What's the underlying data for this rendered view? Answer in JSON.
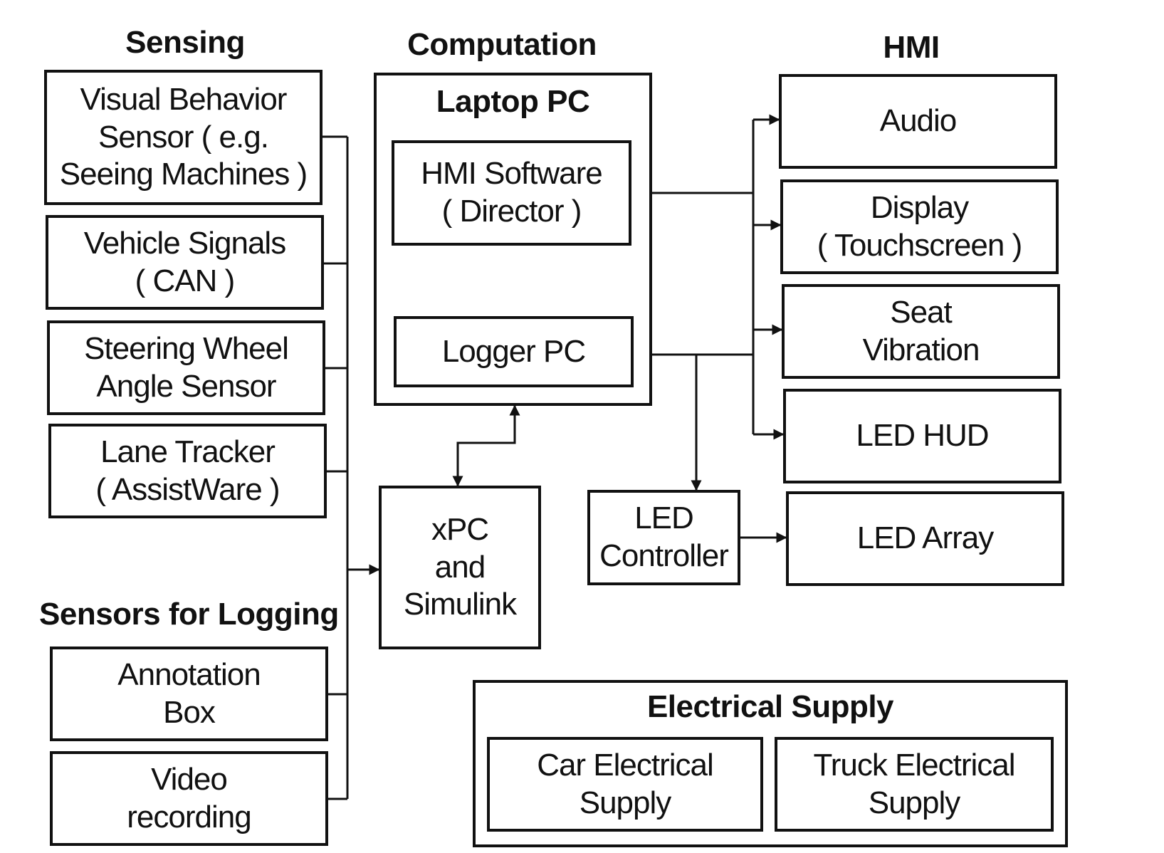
{
  "headings": {
    "sensing": "Sensing",
    "computation": "Computation",
    "hmi": "HMI",
    "sensors_logging": "Sensors for Logging"
  },
  "sensing": {
    "visual_behavior": "Visual Behavior\nSensor ( e.g.\nSeeing Machines )",
    "vehicle_signals": "Vehicle Signals\n( CAN )",
    "steering": "Steering Wheel\nAngle Sensor",
    "lane_tracker": "Lane Tracker\n( AssistWare )"
  },
  "logging": {
    "annotation": "Annotation\nBox",
    "video": "Video\nrecording"
  },
  "computation": {
    "laptop_title": "Laptop PC",
    "hmi_software": "HMI Software\n( Director )",
    "logger": "Logger PC",
    "xpc": "xPC\nand\nSimulink",
    "led_controller": "LED\nController"
  },
  "hmi": {
    "audio": "Audio",
    "display": "Display\n( Touchscreen )",
    "seat": "Seat\nVibration",
    "led_hud": "LED HUD",
    "led_array": "LED Array"
  },
  "supply": {
    "title": "Electrical Supply",
    "car": "Car Electrical\nSupply",
    "truck": "Truck Electrical\nSupply"
  }
}
